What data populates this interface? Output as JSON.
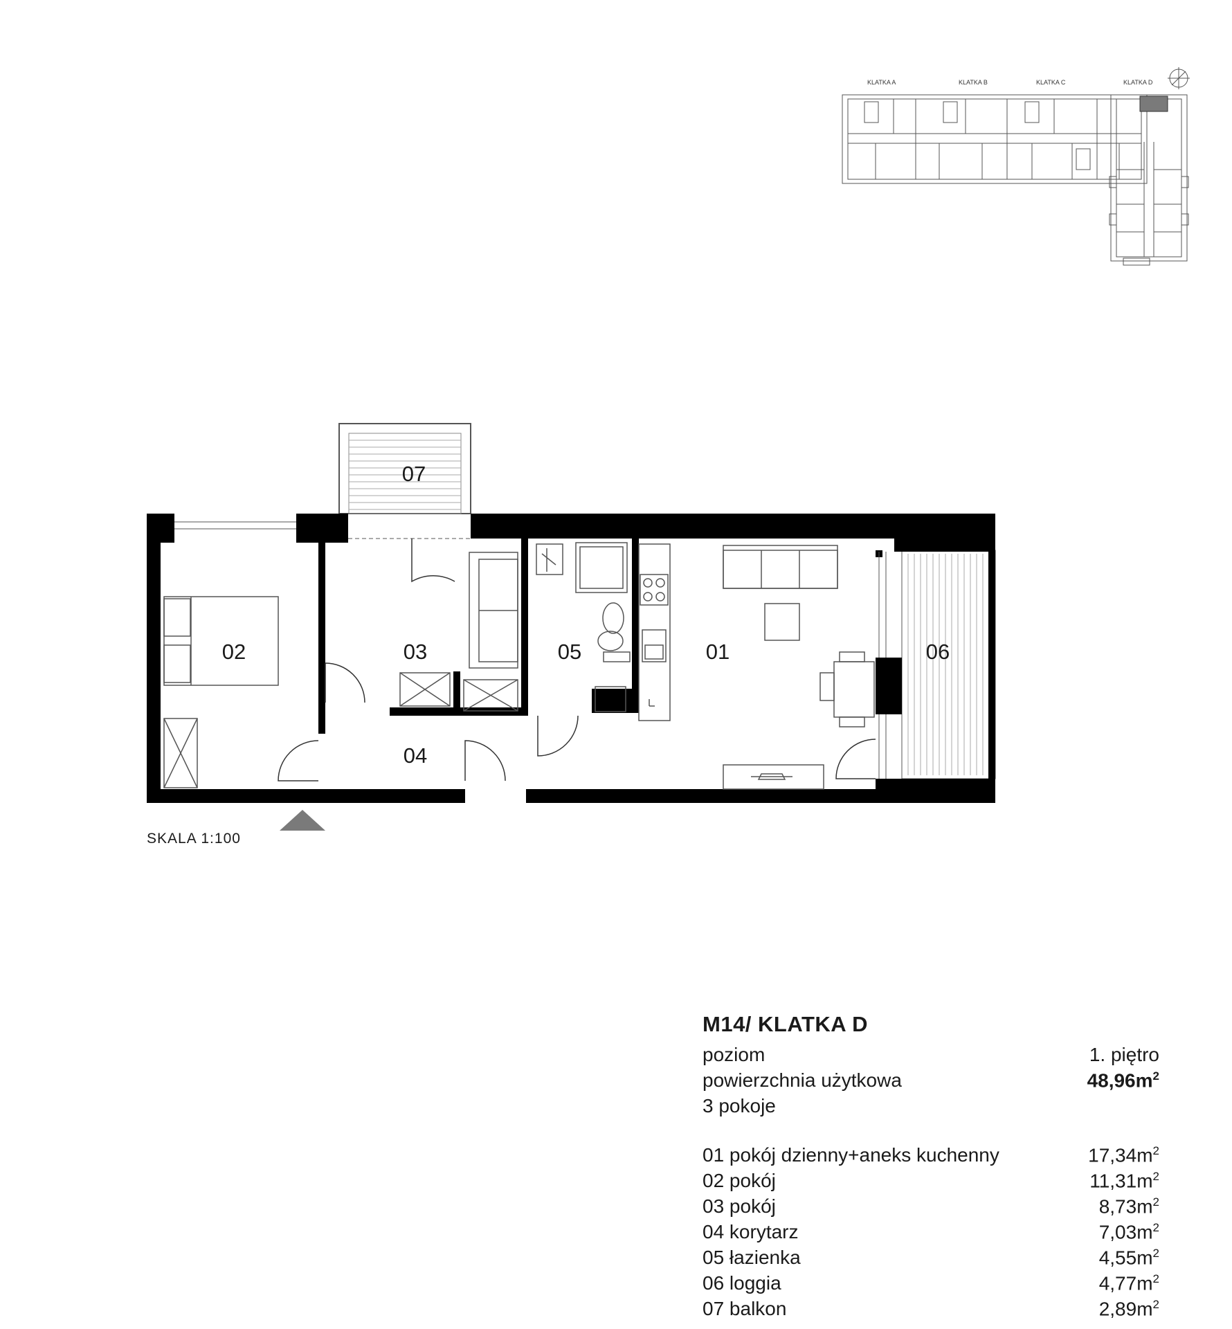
{
  "keyplan": {
    "labels": [
      "KLATKA A",
      "KLATKA B",
      "KLATKA C",
      "KLATKA D"
    ]
  },
  "rooms": [
    {
      "id": "01"
    },
    {
      "id": "02"
    },
    {
      "id": "03"
    },
    {
      "id": "04"
    },
    {
      "id": "05"
    },
    {
      "id": "06"
    },
    {
      "id": "07"
    }
  ],
  "scale_text": "SKALA 1:100",
  "info": {
    "title": "M14/ KLATKA D",
    "level_label": "poziom",
    "level_value": "1. piętro",
    "area_label": "powierzchnia użytkowa",
    "area_value": "48,96m",
    "rooms_count": "3 pokoje",
    "unit_sup": "2",
    "schedule": [
      {
        "label": "01 pokój dzienny+aneks kuchenny",
        "value": "17,34m"
      },
      {
        "label": "02 pokój",
        "value": "11,31m"
      },
      {
        "label": "03 pokój",
        "value": "8,73m"
      },
      {
        "label": "04 korytarz",
        "value": "7,03m"
      },
      {
        "label": "05 łazienka",
        "value": "4,55m"
      },
      {
        "label": "06 loggia",
        "value": "4,77m"
      },
      {
        "label": "07 balkon",
        "value": "2,89m"
      }
    ]
  }
}
